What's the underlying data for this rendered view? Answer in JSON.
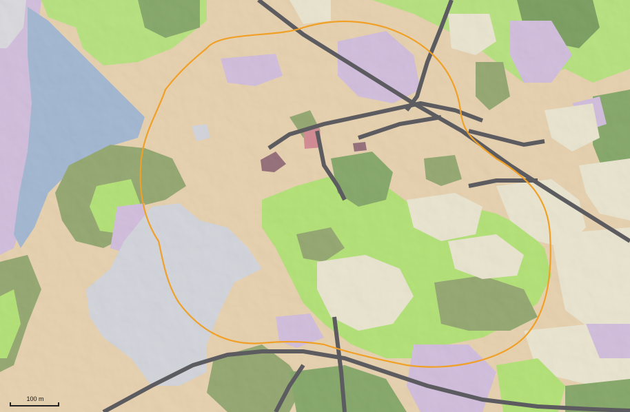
{
  "map": {
    "title": "",
    "scale_bar": {
      "label": "100 m"
    },
    "colors": {
      "background_bare_soil": "#e2c89d",
      "urban_fabric": "#c9ad d6",
      "water_wetland": "#8ea9cb",
      "grassland": "#9ee05a",
      "shrubland": "#7d9552",
      "forest": "#5f8a3e",
      "cropland_light": "#e6e0c6",
      "rock_bare": "#c9ccd4",
      "built_dense": "#7e4f5c",
      "roof_red": "#c9707a",
      "road": "#5c5c5f",
      "study_area_boundary": "#f0a026"
    },
    "layers": [
      "land-cover-classes",
      "road-network",
      "study-area-boundary",
      "hillshade"
    ]
  }
}
